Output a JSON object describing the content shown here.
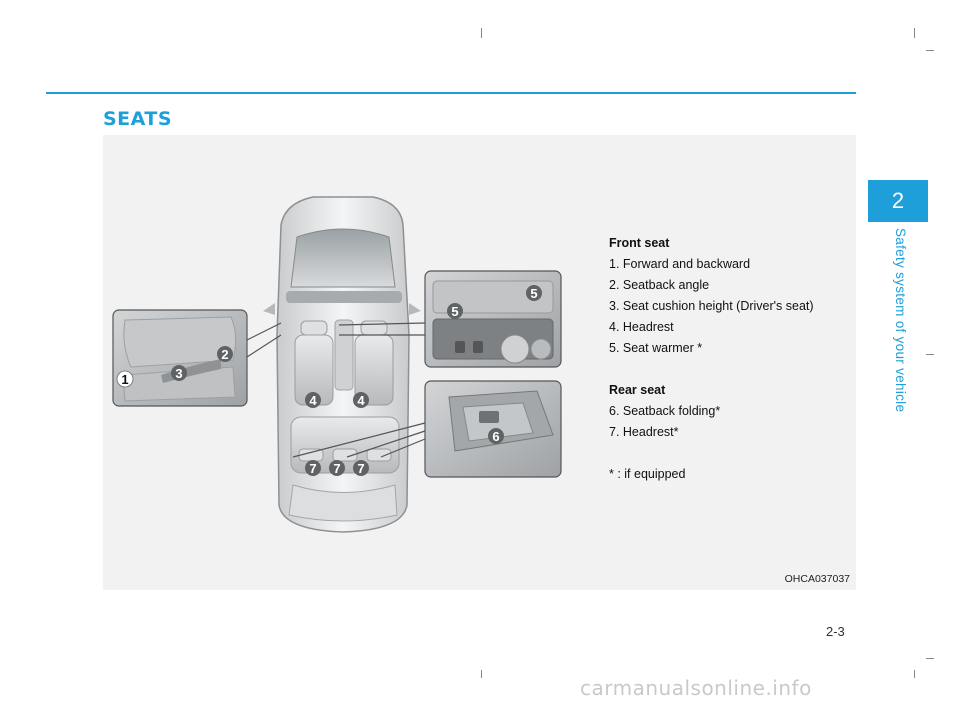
{
  "section_title": "SEATS",
  "chapter": {
    "number": "2",
    "title": "Safety system of your vehicle"
  },
  "figure": {
    "code": "OHCA037037",
    "callout_numbers": [
      "1",
      "2",
      "3",
      "4",
      "4",
      "5",
      "5",
      "6",
      "7",
      "7",
      "7"
    ],
    "legend": {
      "front_heading": "Front seat",
      "front_items": [
        "1. Forward and backward",
        "2. Seatback angle",
        "3. Seat cushion height (Driver's seat)",
        "4. Headrest",
        "5. Seat warmer *"
      ],
      "rear_heading": "Rear seat",
      "rear_items": [
        "6. Seatback folding*",
        "7. Headrest*"
      ],
      "footnote": "* : if equipped"
    }
  },
  "page_number": "2-3",
  "watermark": "carmanualsonline.info"
}
